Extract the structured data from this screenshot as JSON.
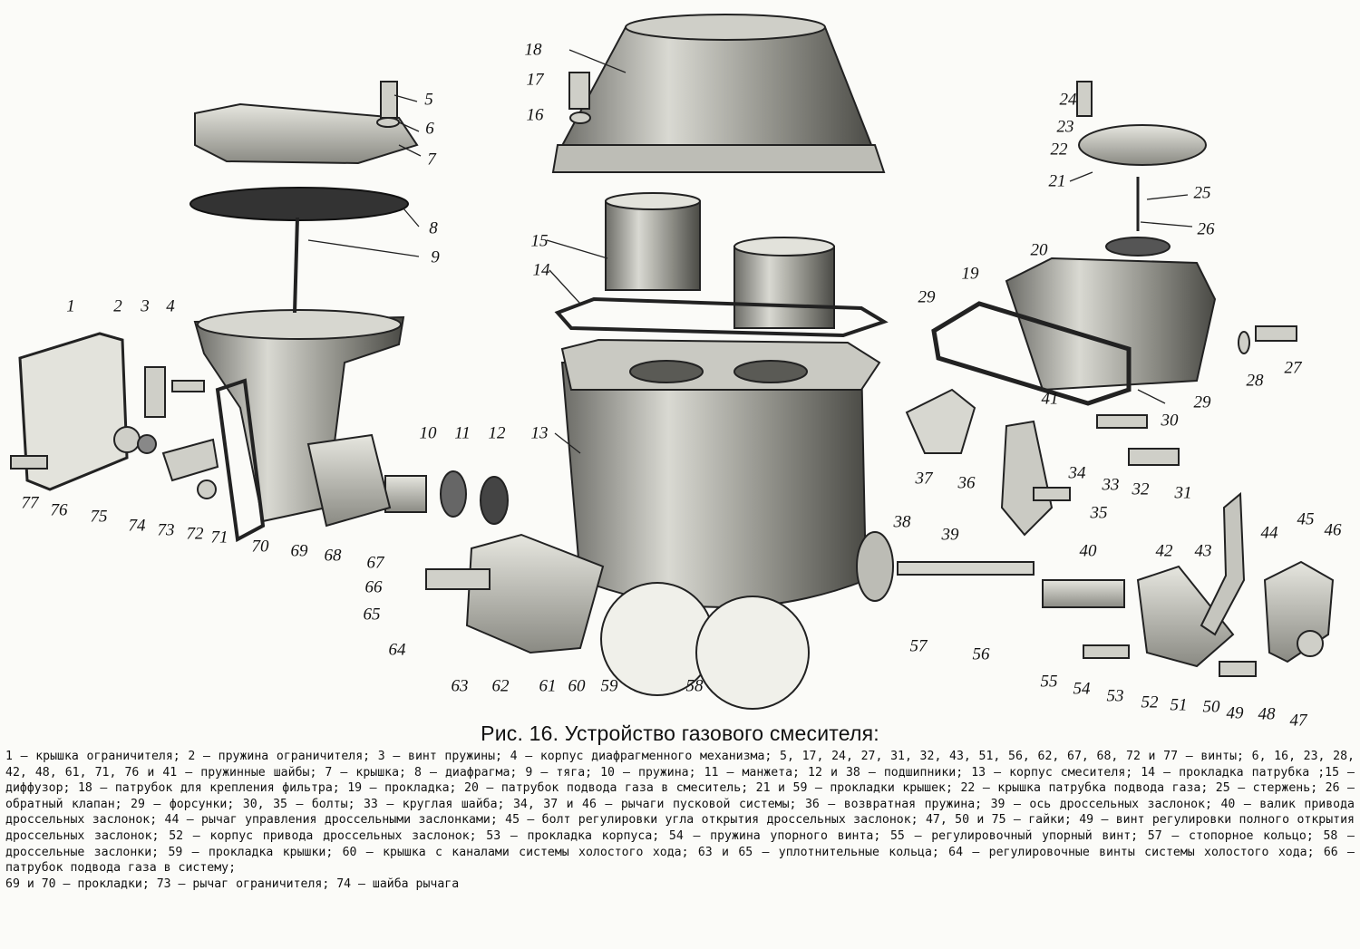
{
  "figure": {
    "part_labels": [
      "1",
      "2",
      "3",
      "4",
      "5",
      "6",
      "7",
      "8",
      "9",
      "10",
      "11",
      "12",
      "13",
      "14",
      "15",
      "16",
      "17",
      "18",
      "19",
      "20",
      "21",
      "22",
      "23",
      "24",
      "25",
      "26",
      "27",
      "28",
      "29",
      "29",
      "30",
      "31",
      "32",
      "33",
      "34",
      "35",
      "36",
      "37",
      "38",
      "39",
      "40",
      "41",
      "42",
      "43",
      "44",
      "45",
      "46",
      "47",
      "48",
      "49",
      "50",
      "51",
      "52",
      "53",
      "54",
      "55",
      "56",
      "57",
      "58",
      "59",
      "60",
      "61",
      "62",
      "63",
      "64",
      "65",
      "66",
      "67",
      "68",
      "69",
      "70",
      "71",
      "72",
      "73",
      "74",
      "75",
      "76",
      "77"
    ]
  },
  "caption": "Рис. 16. Устройство газового смесителя:",
  "legend": "1 — крышка ограничителя; 2 — пружина ограничителя; 3 — винт пружины; 4 — корпус диафрагменного механизма; 5, 17, 24, 27, 31, 32, 43, 51, 56, 62, 67, 68, 72 и 77 — винты; 6, 16, 23, 28, 42, 48, 61, 71, 76 и 41 — пружинные шайбы; 7 — крышка; 8 — диафрагма; 9 — тяга; 10 — пружина; 11 — манжета; 12 и 38 — подшипники; 13 — корпус смесителя; 14 — прокладка патрубка ;15 — диффузор; 18 — патрубок для крепления фильтра; 19 — прокладка; 20 — патрубок подвода газа в смеситель; 21 и 59 — прокладки крышек; 22 — крышка патрубка подвода газа; 25 — стержень; 26 — обратный клапан; 29 — форсунки; 30, 35 — болты; 33 — круглая шайба; 34, 37 и 46 — рычаги пусковой системы; 36 — возвратная пружина; 39 — ось дроссельных заслонок; 40 — валик привода дроссельных заслонок; 44 — рычаг управления дроссельными заслонками; 45 — болт регулировки угла открытия дроссельных заслонок; 47, 50 и 75 — гайки; 49 — винт регулировки полного открытия дроссельных заслонок; 52 — корпус привода дроссельных заслонок; 53 — прокладка корпуса; 54 — пружина упорного винта; 55 — регулировочный упорный винт; 57 — стопорное кольцо; 58 — дроссельные заслонки; 59 — прокладка крышки; 60 — крышка с каналами системы холостого хода; 63 и 65 — уплотнительные кольца; 64 — регулировочные винты системы холостого хода; 66 — патрубок подвода газа в систему;",
  "legend_last": "69 и 70 — прокладки; 73 — рычаг ограничителя; 74 — шайба рычага"
}
